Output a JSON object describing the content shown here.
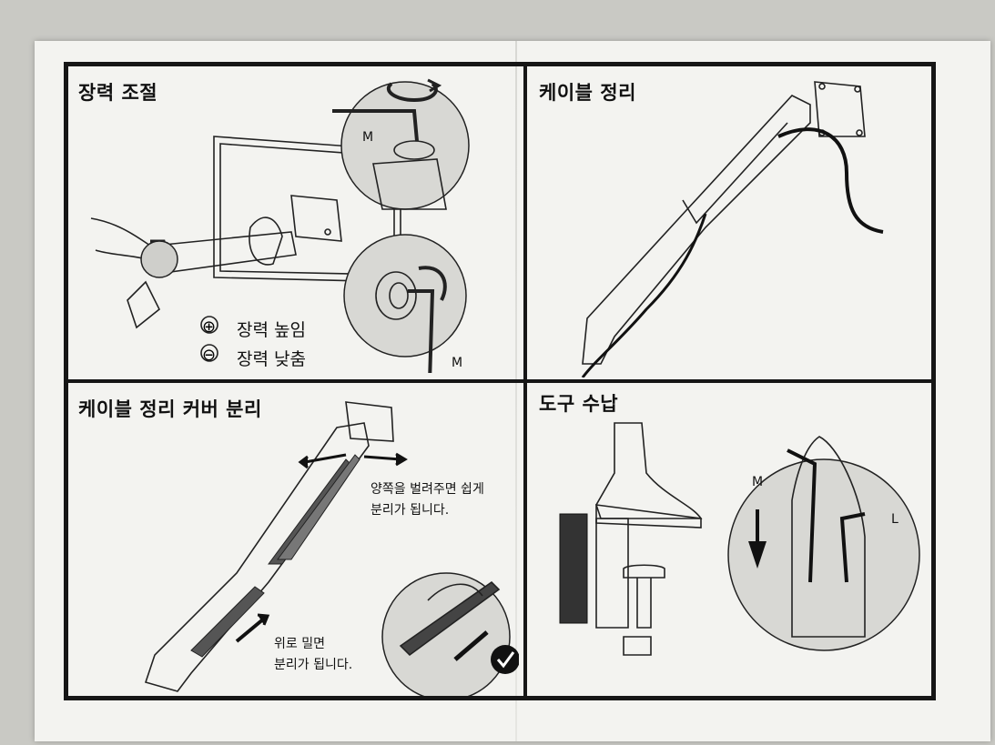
{
  "sections": [
    {
      "title": "장력 조절"
    },
    {
      "title": "케이블 정리"
    },
    {
      "title": "케이블 정리 커버 분리"
    },
    {
      "title": "도구 수납"
    }
  ],
  "tension": {
    "increase_label": "장력 높임",
    "decrease_label": "장력 낮춤",
    "tool_label_top": "M",
    "tool_label_bottom": "M"
  },
  "cover": {
    "spread_line1": "양쪽을 벌려주면 쉽게",
    "spread_line2": "분리가 됩니다.",
    "push_line1": "위로 밀면",
    "push_line2": "분리가 됩니다."
  },
  "storage": {
    "tool_m": "M",
    "tool_l": "L"
  }
}
